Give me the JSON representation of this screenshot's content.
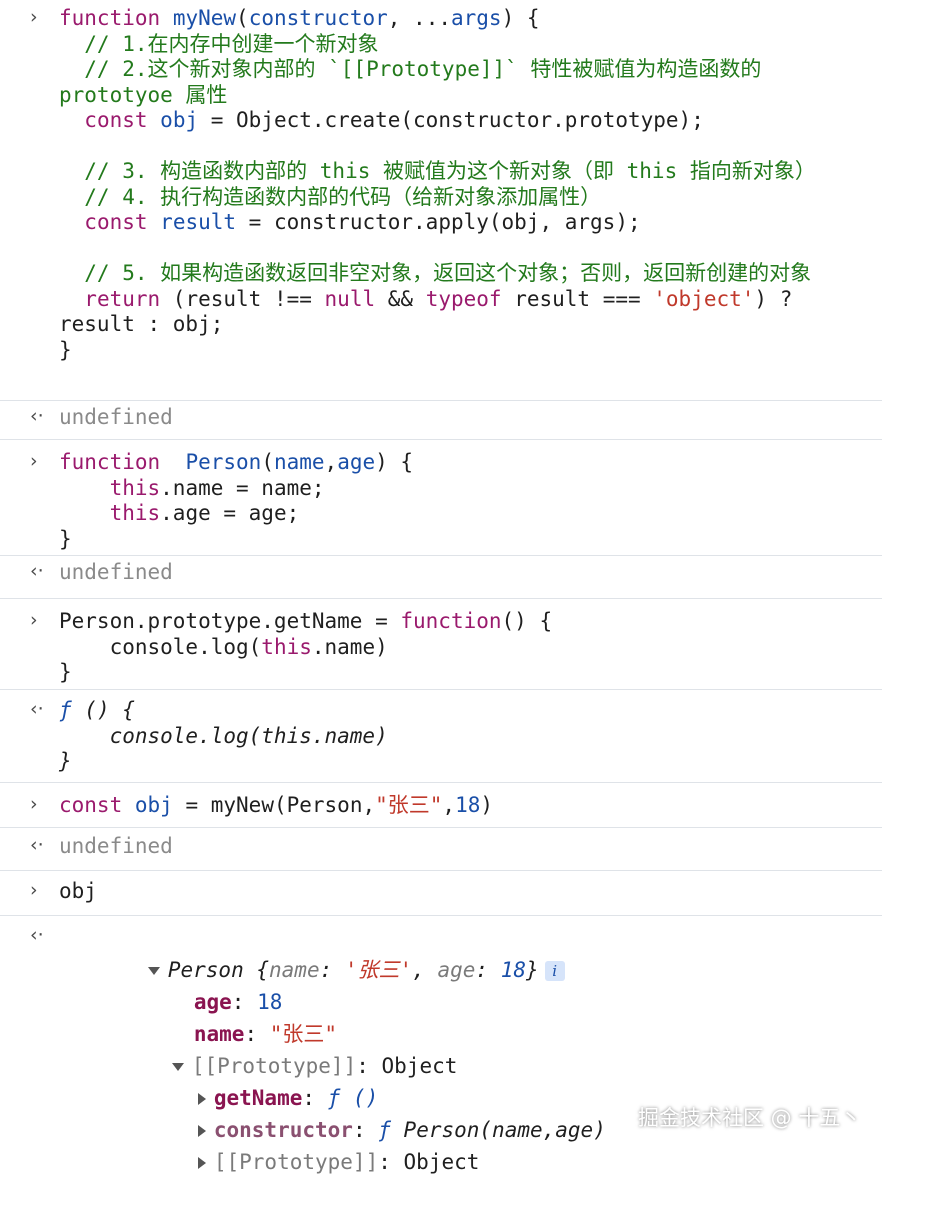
{
  "prompt_in": "›",
  "prompt_out": "‹·",
  "entries": [
    {
      "lines": [
        [
          [
            "kw",
            "function"
          ],
          [
            "pl",
            " "
          ],
          [
            "fn",
            "myNew"
          ],
          [
            "pl",
            "("
          ],
          [
            "var",
            "constructor"
          ],
          [
            "pl",
            ", ..."
          ],
          [
            "var",
            "args"
          ],
          [
            "pl",
            ") {"
          ]
        ],
        [
          [
            "cmt",
            "  // 1.在内存中创建一个新对象"
          ]
        ],
        [
          [
            "cmt",
            "  // 2.这个新对象内部的 `[[Prototype]]` 特性被赋值为构造函数的"
          ]
        ],
        [
          [
            "cmt",
            "prototyoe 属性"
          ]
        ],
        [
          [
            "pl",
            "  "
          ],
          [
            "kw",
            "const"
          ],
          [
            "pl",
            " "
          ],
          [
            "var",
            "obj"
          ],
          [
            "pl",
            " = Object.create(constructor.prototype);"
          ]
        ],
        [
          [
            "pl",
            ""
          ]
        ],
        [
          [
            "cmt",
            "  // 3. 构造函数内部的 this 被赋值为这个新对象（即 this 指向新对象）"
          ]
        ],
        [
          [
            "cmt",
            "  // 4. 执行构造函数内部的代码（给新对象添加属性）"
          ]
        ],
        [
          [
            "pl",
            "  "
          ],
          [
            "kw",
            "const"
          ],
          [
            "pl",
            " "
          ],
          [
            "var",
            "result"
          ],
          [
            "pl",
            " = constructor.apply(obj, args);"
          ]
        ],
        [
          [
            "pl",
            ""
          ]
        ],
        [
          [
            "cmt",
            "  // 5. 如果构造函数返回非空对象，返回这个对象；否则，返回新创建的对象"
          ]
        ],
        [
          [
            "pl",
            "  "
          ],
          [
            "kw",
            "return"
          ],
          [
            "pl",
            " (result !== "
          ],
          [
            "kw",
            "null"
          ],
          [
            "pl",
            " && "
          ],
          [
            "kw",
            "typeof"
          ],
          [
            "pl",
            " result === "
          ],
          [
            "str",
            "'object'"
          ],
          [
            "pl",
            ") ?"
          ]
        ],
        [
          [
            "pl",
            "result : obj;"
          ]
        ],
        [
          [
            "pl",
            "}"
          ]
        ]
      ]
    },
    {
      "output": "undefined"
    },
    {
      "lines": [
        [
          [
            "kw",
            "function"
          ],
          [
            "pl",
            "  "
          ],
          [
            "fn",
            "Person"
          ],
          [
            "pl",
            "("
          ],
          [
            "var",
            "name"
          ],
          [
            "pl",
            ","
          ],
          [
            "var",
            "age"
          ],
          [
            "pl",
            ") {"
          ]
        ],
        [
          [
            "pl",
            "    "
          ],
          [
            "kw",
            "this"
          ],
          [
            "pl",
            ".name = name;"
          ]
        ],
        [
          [
            "pl",
            "    "
          ],
          [
            "kw",
            "this"
          ],
          [
            "pl",
            ".age = age;"
          ]
        ],
        [
          [
            "pl",
            "}"
          ]
        ]
      ]
    },
    {
      "output": "undefined"
    },
    {
      "lines": [
        [
          [
            "pl",
            "Person.prototype.getName = "
          ],
          [
            "kw",
            "function"
          ],
          [
            "pl",
            "() {"
          ]
        ],
        [
          [
            "pl",
            "    console.log("
          ],
          [
            "kw",
            "this"
          ],
          [
            "pl",
            ".name)"
          ]
        ],
        [
          [
            "pl",
            "}"
          ]
        ]
      ]
    },
    {
      "output_fn": [
        [
          [
            "fnf",
            "ƒ"
          ],
          [
            "it",
            " () {"
          ]
        ],
        [
          [
            "it",
            "    console.log(this.name)"
          ]
        ],
        [
          [
            "it",
            "}"
          ]
        ]
      ]
    },
    {
      "lines": [
        [
          [
            "kw",
            "const"
          ],
          [
            "pl",
            " "
          ],
          [
            "var",
            "obj"
          ],
          [
            "pl",
            " = myNew(Person,"
          ],
          [
            "str",
            "\"张三\""
          ],
          [
            "pl",
            ","
          ],
          [
            "num",
            "18"
          ],
          [
            "pl",
            ")"
          ]
        ]
      ]
    },
    {
      "output": "undefined"
    },
    {
      "lines": [
        [
          [
            "pl",
            "obj"
          ]
        ]
      ]
    }
  ],
  "object_tree": {
    "summary_class": "Person",
    "summary_open": " {",
    "summary_key1": "name",
    "summary_val1": "'张三'",
    "summary_key2": "age",
    "summary_val2": "18",
    "summary_close": "}",
    "info_label": "i",
    "age_key": "age",
    "age_val": "18",
    "name_key": "name",
    "name_val": "\"张三\"",
    "proto_key": "[[Prototype]]",
    "proto_val": "Object",
    "getname_key": "getName",
    "getname_val": "ƒ ()",
    "ctor_key": "constructor",
    "ctor_f": "ƒ",
    "ctor_val": "Person(name,age)",
    "proto2_key": "[[Prototype]]",
    "proto2_val": "Object",
    "colon": ": ",
    "comma": ", "
  },
  "watermark": "掘金技术社区 @ 十五丶"
}
